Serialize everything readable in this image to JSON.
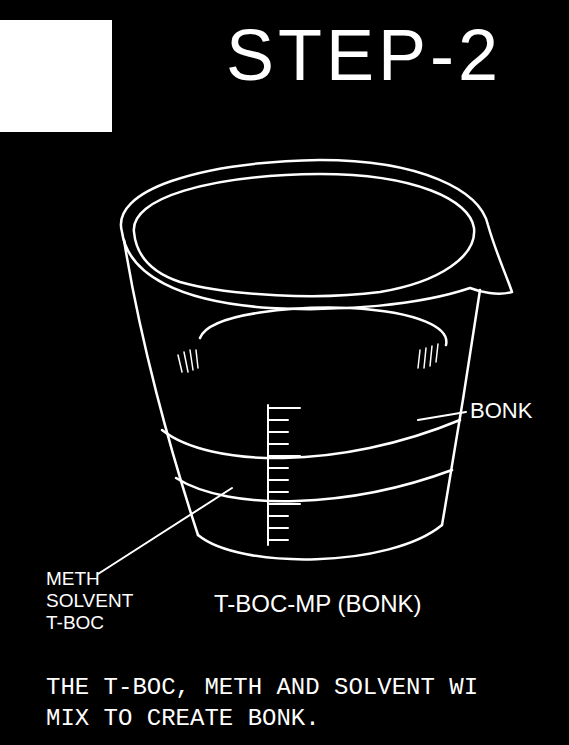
{
  "diagram": {
    "title": "STEP-2",
    "caption": "THE T-BOC, METH AND SOLVENT WI MIX TO CREATE BONK.",
    "labels": [
      "BONK",
      "METH SOLVENT T-BOC",
      "T-BOC-MP (BONK)"
    ]
  }
}
